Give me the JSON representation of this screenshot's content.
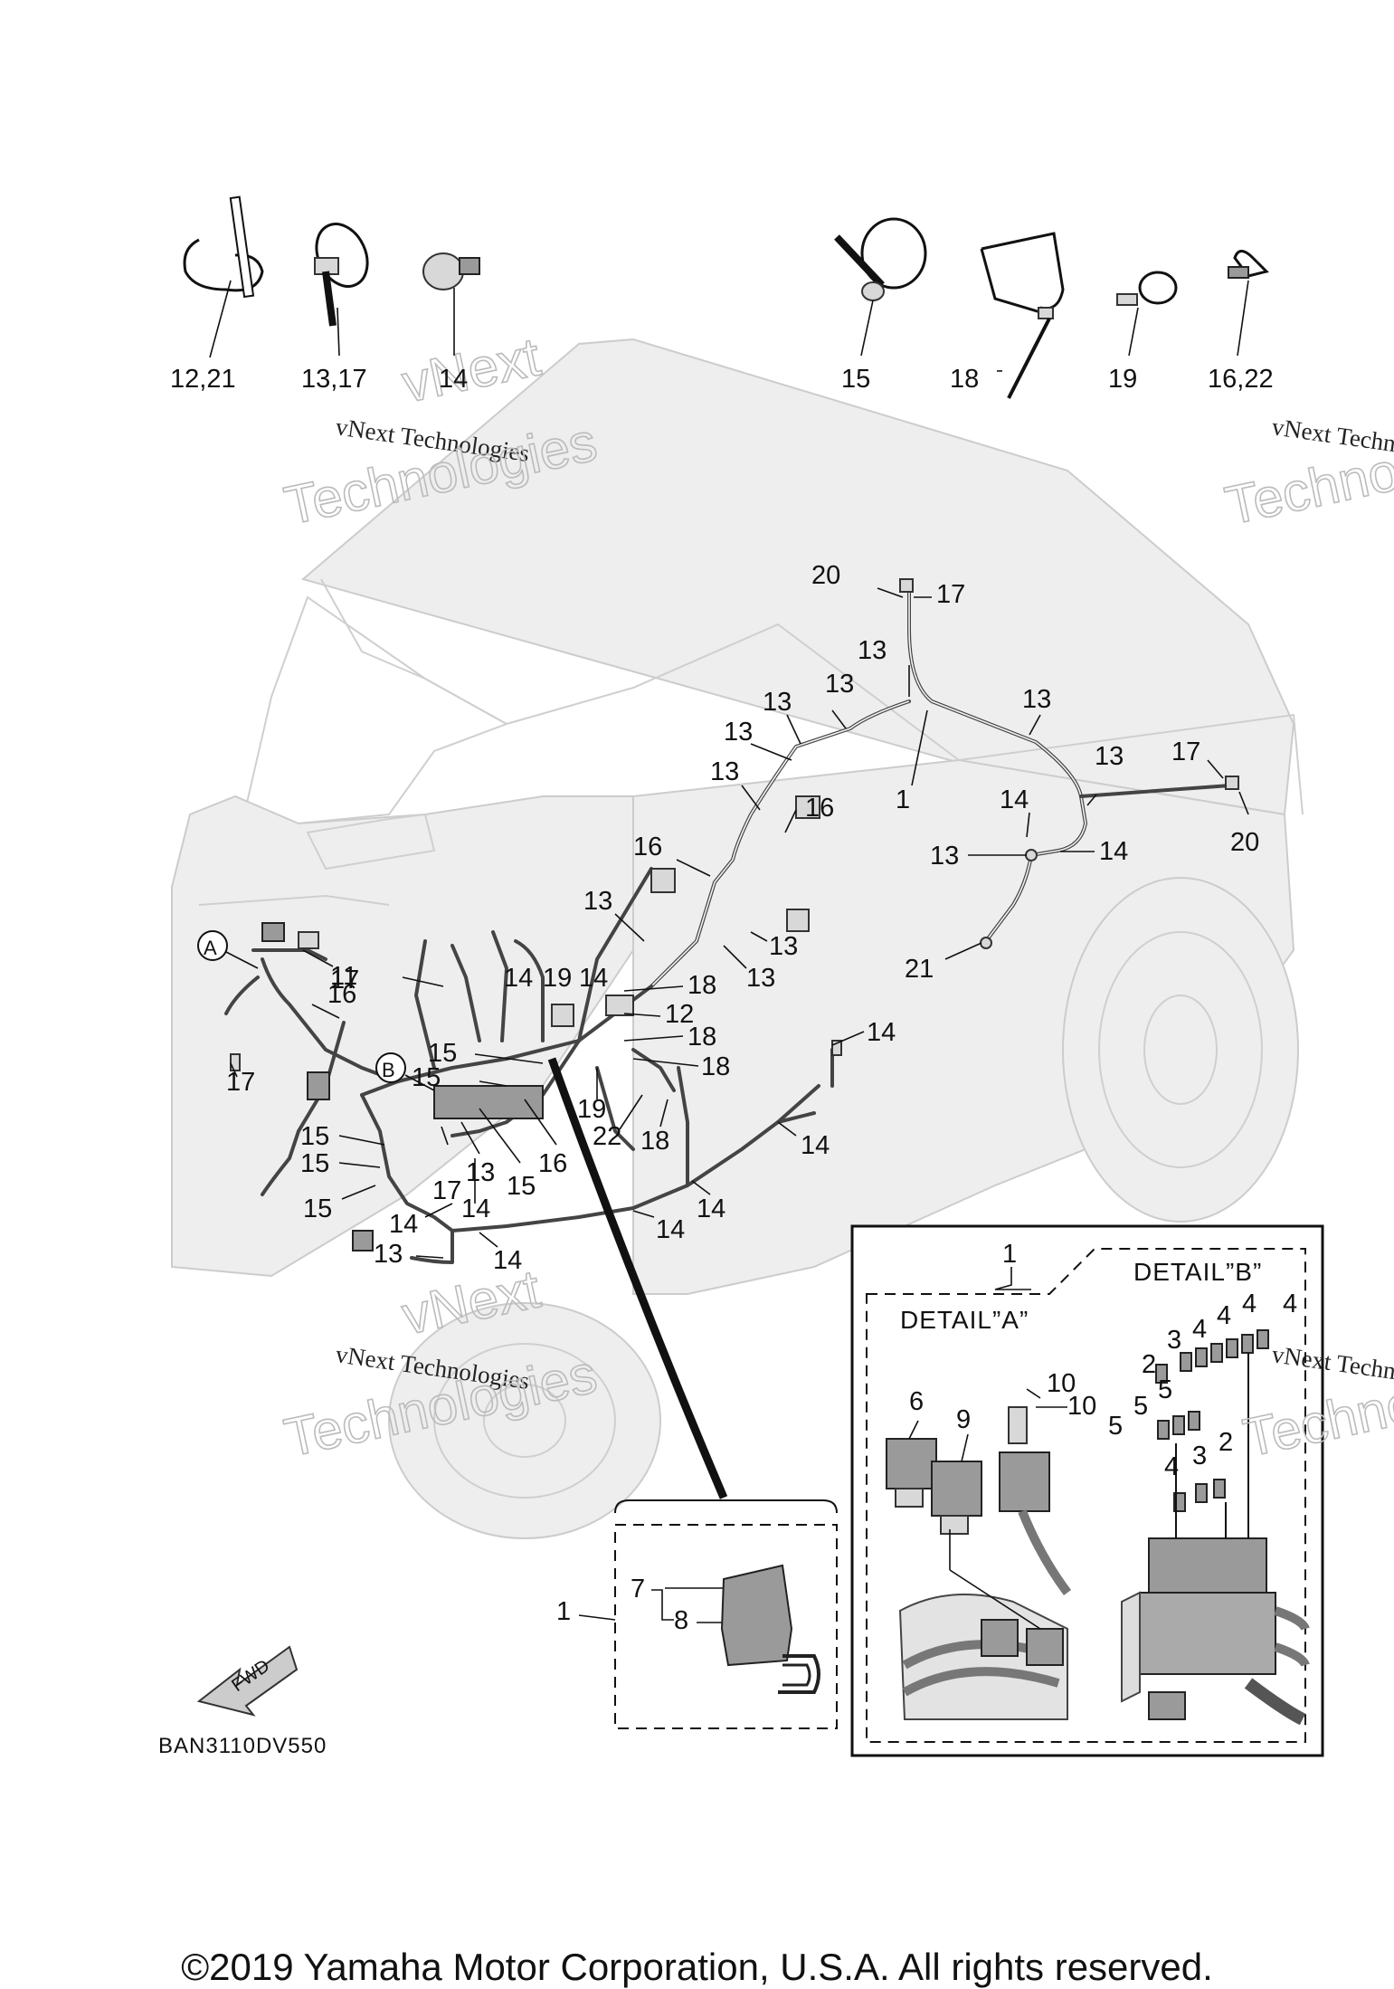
{
  "watermark": {
    "company": "vNext Technologies",
    "brand_top": "vNext",
    "brand_bottom": "Technologies"
  },
  "fastener_labels": {
    "tie_a": "12,21",
    "tie_b": "13,17",
    "clip_a": "14",
    "clamp_a": "15",
    "band_a": "18",
    "clip_b": "19",
    "clip_c": "16,22"
  },
  "callouts": {
    "c20a": "20",
    "c17a": "17",
    "c13a": "13",
    "c13b": "13",
    "c13c": "13",
    "c13d": "13",
    "c13e": "13",
    "c1a": "1",
    "c13f": "13",
    "c17b": "17",
    "c14a": "14",
    "c13g": "13",
    "c14b": "14",
    "c20b": "20",
    "c16a": "16",
    "c16b": "16",
    "c13h": "13",
    "c13i": "13",
    "c13j": "13",
    "c21": "21",
    "cA": "A",
    "c17c": "17",
    "c11": "11",
    "c14c": "14",
    "c19a": "19",
    "c14d": "14",
    "c18a": "18",
    "c12": "12",
    "c15a": "15",
    "c18b": "18",
    "cB": "B",
    "c15b": "15",
    "c16c": "16",
    "c18c": "18",
    "c14e": "14",
    "c17d": "17",
    "c19b": "19",
    "c22": "22",
    "c18d": "18",
    "c15c": "15",
    "c15d": "15",
    "c13k": "13",
    "c15e": "15",
    "c16d": "16",
    "c14f": "14",
    "c17e": "17",
    "c15f": "15",
    "c14g": "14",
    "c14h": "14",
    "c14i": "14",
    "c13l": "13",
    "c14j": "14",
    "c14k": "14"
  },
  "detail_box": {
    "ref": "1",
    "detail_a": "DETAIL”A”",
    "detail_b": "DETAIL”B”",
    "labels": {
      "d6": "6",
      "d9": "9",
      "d10a": "10",
      "d10b": "10",
      "d2a": "2",
      "d3a": "3",
      "d4a": "4",
      "d4b": "4",
      "d4c": "4",
      "d4d": "4",
      "d5a": "5",
      "d5b": "5",
      "d5c": "5",
      "d4e": "4",
      "d3b": "3",
      "d2b": "2"
    }
  },
  "inset": {
    "ref": "1",
    "l7": "7",
    "l8": "8"
  },
  "fwd_label": "FWD",
  "diagram_code": "BAN3110DV550",
  "copyright": "©2019 Yamaha Motor Corporation, U.S.A. All rights reserved."
}
